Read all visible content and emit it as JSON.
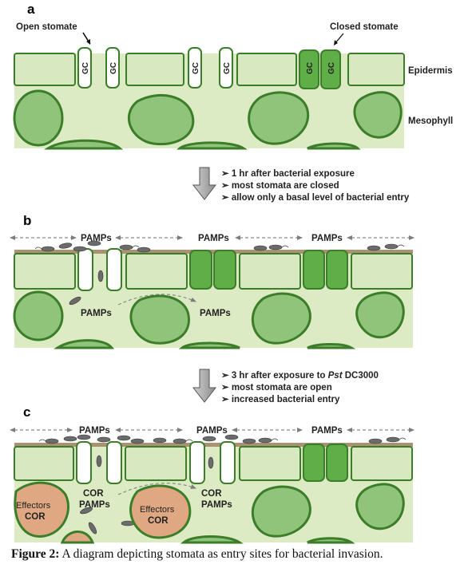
{
  "panel_a": {
    "letter": "a",
    "open_stomate_label": "Open stomate",
    "closed_stomate_label": "Closed stomate",
    "guard_cell_label": "GC",
    "layer_epidermis": "Epidermis",
    "layer_mesophyll": "Mesophyll"
  },
  "transition_1": {
    "lines": [
      "➢ 1 hr after bacterial exposure",
      "➢ most stomata are closed",
      "➢ allow only a basal level of bacterial entry"
    ]
  },
  "panel_b": {
    "letter": "b",
    "pamps_label": "PAMPs"
  },
  "transition_2": {
    "line1_prefix": "➢ 3 hr after exposure to ",
    "line1_italic": "Pst",
    "line1_suffix": " DC3000",
    "line2": "➢ most stomata are open",
    "line3": "➢ increased bacterial entry"
  },
  "panel_c": {
    "letter": "c",
    "pamps_label": "PAMPs",
    "cor_label": "COR",
    "effectors_label": "Effectors"
  },
  "caption": {
    "label": "Figure 2:",
    "text": " A diagram depicting stomata as entry sites for bacterial invasion."
  },
  "colors": {
    "mesophyll_bg": "#dcebc4",
    "epidermis_cell": "#d8e9c2",
    "cell_border": "#3c7d2a",
    "mesophyll_cell": "#8fc47a",
    "closed_gc": "#5fae48",
    "open_gc": "#ffffff",
    "cuticle": "#a89272",
    "infected_cell": "#e0a882",
    "bacteria": "#6b6b6b",
    "arrow": "#9a9a9a"
  }
}
